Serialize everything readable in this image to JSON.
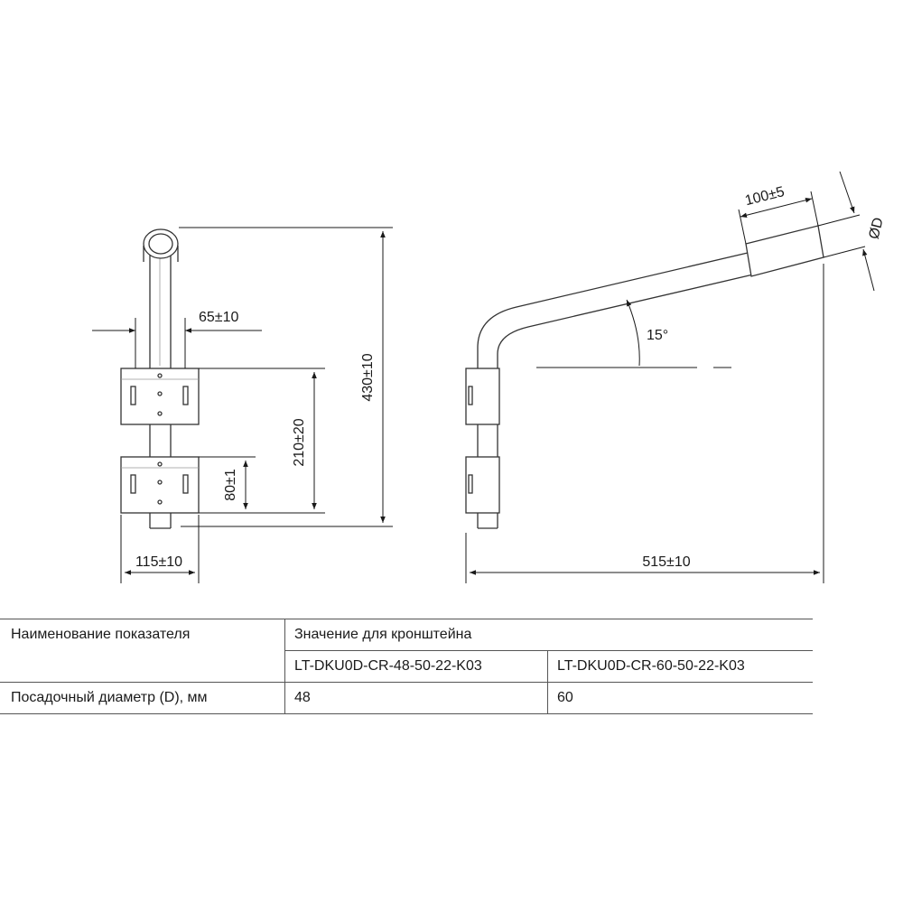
{
  "drawing": {
    "front_view": {
      "dim_width_top": "65±10",
      "dim_height_total": "430±10",
      "dim_height_plates": "210±20",
      "dim_height_plate": "80±1",
      "dim_width_plate": "115±10"
    },
    "side_view": {
      "dim_sleeve_length": "100±5",
      "dim_diameter": "ØD",
      "dim_angle": "15°",
      "dim_reach": "515±10"
    }
  },
  "table": {
    "header_param": "Наименование показателя",
    "header_value": "Значение для кронштейна",
    "model_1": "LT-DKU0D-CR-48-50-22-K03",
    "model_2": "LT-DKU0D-CR-60-50-22-K03",
    "row_param": "Посадочный диаметр (D), мм",
    "row_value_1": "48",
    "row_value_2": "60"
  }
}
